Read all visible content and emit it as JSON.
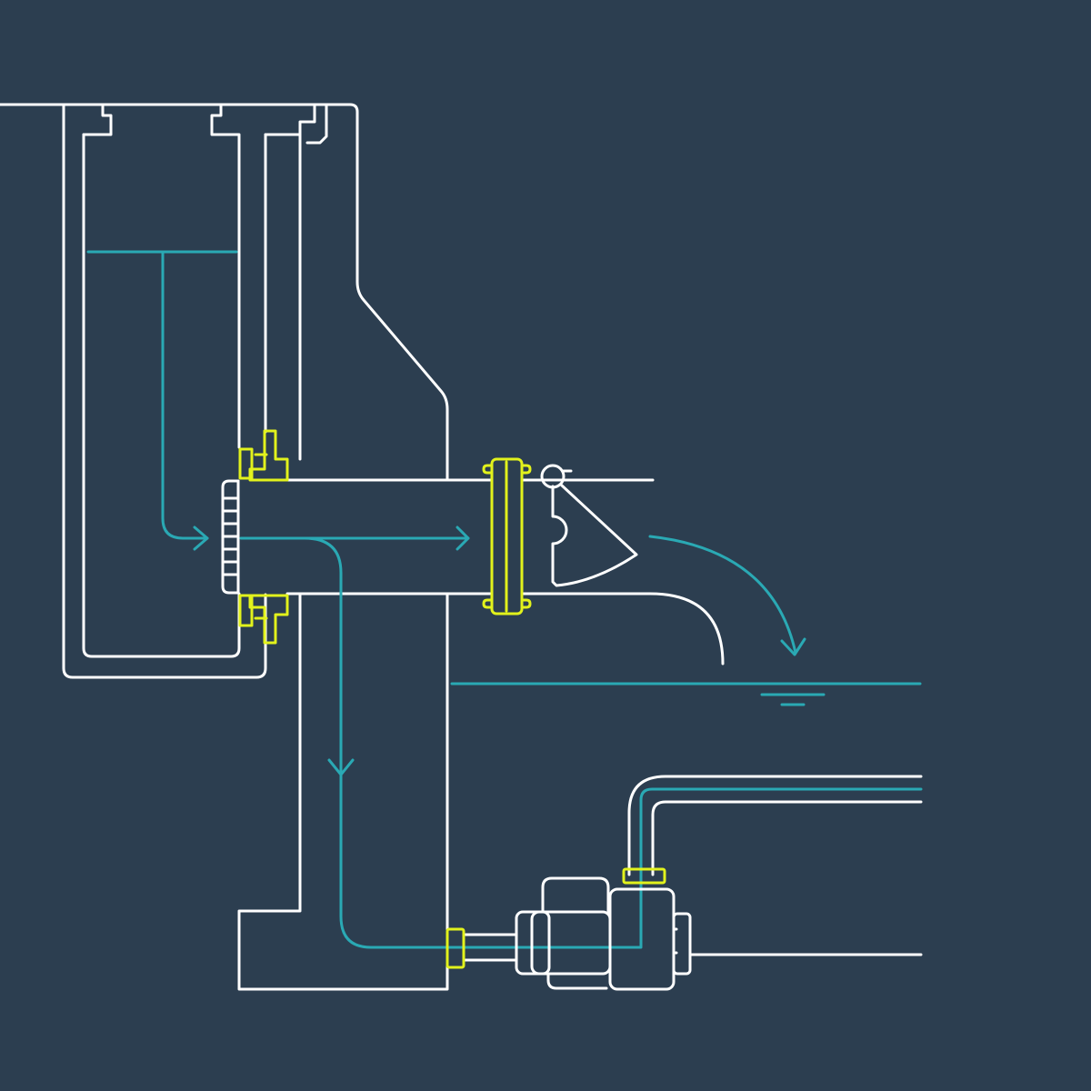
{
  "diagram": {
    "background": "#2c3e50",
    "colors": {
      "structure": "#ffffff",
      "water_flow": "#2aa9b4",
      "couplings": "#e2f21c"
    },
    "components": [
      {
        "id": "collection-tank",
        "icon": "tank-icon"
      },
      {
        "id": "wall",
        "icon": "concrete-wall-icon"
      },
      {
        "id": "strainer",
        "icon": "strainer-icon"
      },
      {
        "id": "outlet-pipe",
        "icon": "pipe-icon"
      },
      {
        "id": "flange",
        "icon": "flange-icon"
      },
      {
        "id": "flap-valve",
        "icon": "check-valve-icon"
      },
      {
        "id": "receiving-water",
        "icon": "water-surface-icon"
      },
      {
        "id": "pump",
        "icon": "pump-icon"
      },
      {
        "id": "discharge-pipe",
        "icon": "pipe-icon"
      }
    ]
  }
}
